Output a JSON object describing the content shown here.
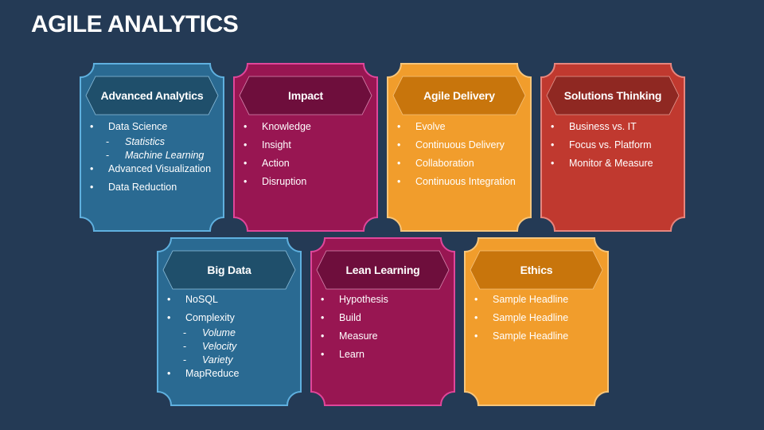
{
  "slide": {
    "title": "AGILE ANALYTICS",
    "background": "#243a55"
  },
  "colors": {
    "blue": {
      "fill": "#2a6a92",
      "border": "#5fb0df",
      "header": "#1f4f6b",
      "header_border": "#8fc0dd"
    },
    "magenta": {
      "fill": "#981652",
      "border": "#e0469a",
      "header": "#6e0e3c",
      "header_border": "#d98ab2"
    },
    "orange": {
      "fill": "#f19d2c",
      "border": "#f7c57a",
      "header": "#c8750c",
      "header_border": "#f5c27e"
    },
    "red": {
      "fill": "#c0392f",
      "border": "#e6857d",
      "header": "#8f2822",
      "header_border": "#e49a92"
    }
  },
  "cards": [
    {
      "title": "Advanced Analytics",
      "color": "blue",
      "items": [
        {
          "text": "Data Science",
          "level": 1
        },
        {
          "text": "Statistics",
          "level": 2
        },
        {
          "text": "Machine Learning",
          "level": 2
        },
        {
          "text": "Advanced Visualization",
          "level": 1
        },
        {
          "text": "Data Reduction",
          "level": 1
        }
      ]
    },
    {
      "title": "Impact",
      "color": "magenta",
      "items": [
        {
          "text": "Knowledge",
          "level": 1
        },
        {
          "text": "Insight",
          "level": 1
        },
        {
          "text": "Action",
          "level": 1
        },
        {
          "text": "Disruption",
          "level": 1
        }
      ]
    },
    {
      "title": "Agile Delivery",
      "color": "orange",
      "items": [
        {
          "text": "Evolve",
          "level": 1
        },
        {
          "text": "Continuous Delivery",
          "level": 1
        },
        {
          "text": "Collaboration",
          "level": 1
        },
        {
          "text": "Continuous Integration",
          "level": 1
        }
      ]
    },
    {
      "title": "Solutions Thinking",
      "color": "red",
      "items": [
        {
          "text": "Business vs. IT",
          "level": 1
        },
        {
          "text": "Focus vs. Platform",
          "level": 1
        },
        {
          "text": "Monitor & Measure",
          "level": 1
        }
      ]
    },
    {
      "title": "Big Data",
      "color": "blue",
      "items": [
        {
          "text": "NoSQL",
          "level": 1
        },
        {
          "text": "Complexity",
          "level": 1
        },
        {
          "text": "Volume",
          "level": 2
        },
        {
          "text": "Velocity",
          "level": 2
        },
        {
          "text": "Variety",
          "level": 2
        },
        {
          "text": "MapReduce",
          "level": 1
        }
      ]
    },
    {
      "title": "Lean Learning",
      "color": "magenta",
      "items": [
        {
          "text": "Hypothesis",
          "level": 1
        },
        {
          "text": "Build",
          "level": 1
        },
        {
          "text": "Measure",
          "level": 1
        },
        {
          "text": "Learn",
          "level": 1
        }
      ]
    },
    {
      "title": "Ethics",
      "color": "orange",
      "items": [
        {
          "text": "Sample Headline",
          "level": 1
        },
        {
          "text": "Sample Headline",
          "level": 1
        },
        {
          "text": "Sample Headline",
          "level": 1
        }
      ]
    }
  ],
  "glyphs": {
    "bullet": "•",
    "dash": "-"
  }
}
